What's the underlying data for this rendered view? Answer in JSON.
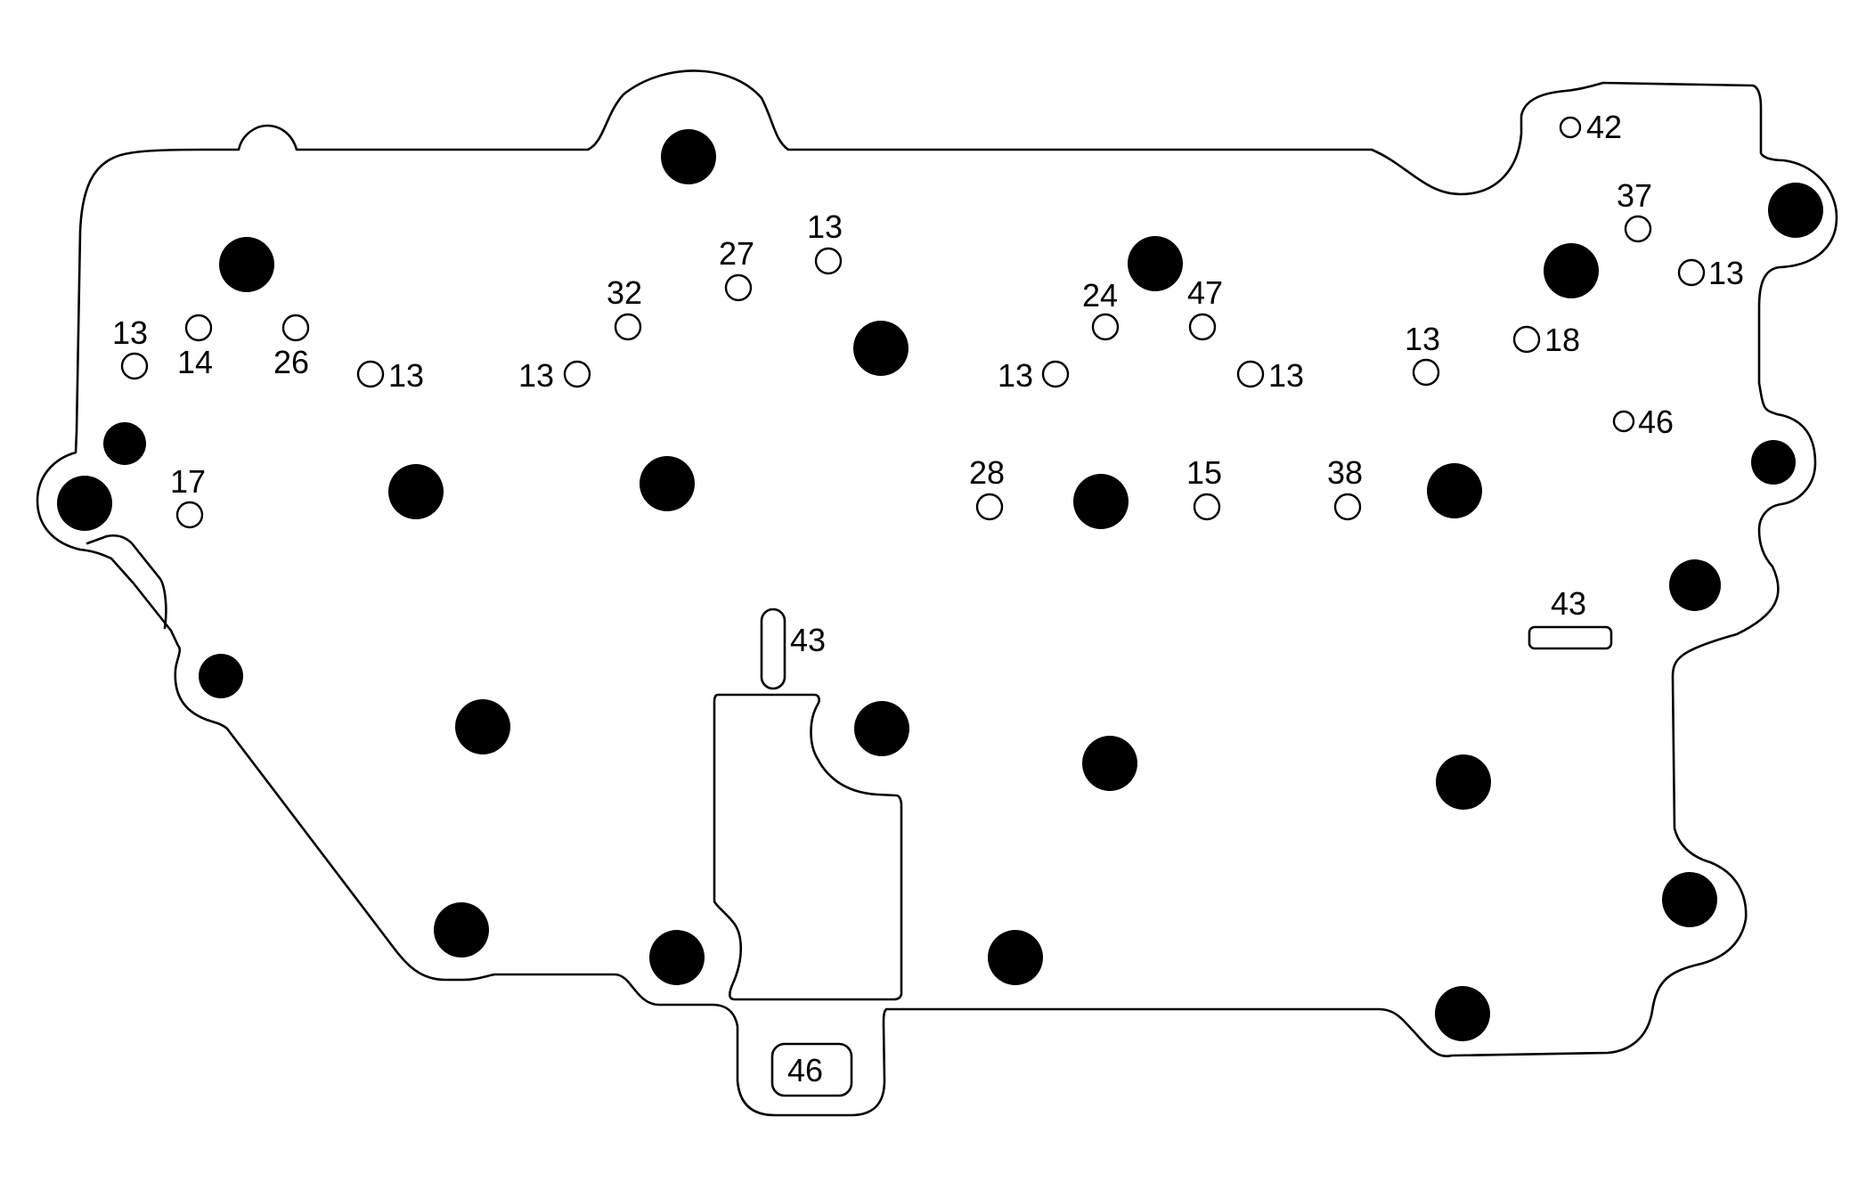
{
  "diagram": {
    "labels": {
      "l13a": "13",
      "l14": "14",
      "l26": "26",
      "l13b": "13",
      "l13c": "13",
      "l32": "32",
      "l27": "27",
      "l13d": "13",
      "l24": "24",
      "l47": "47",
      "l13e": "13",
      "l13f": "13",
      "l13g": "13",
      "l18": "18",
      "l42": "42",
      "l37": "37",
      "l13h": "13",
      "l46a": "46",
      "l17": "17",
      "l28": "28",
      "l15": "15",
      "l38": "38",
      "l43a": "43",
      "l43b": "43",
      "l46b": "46"
    }
  }
}
